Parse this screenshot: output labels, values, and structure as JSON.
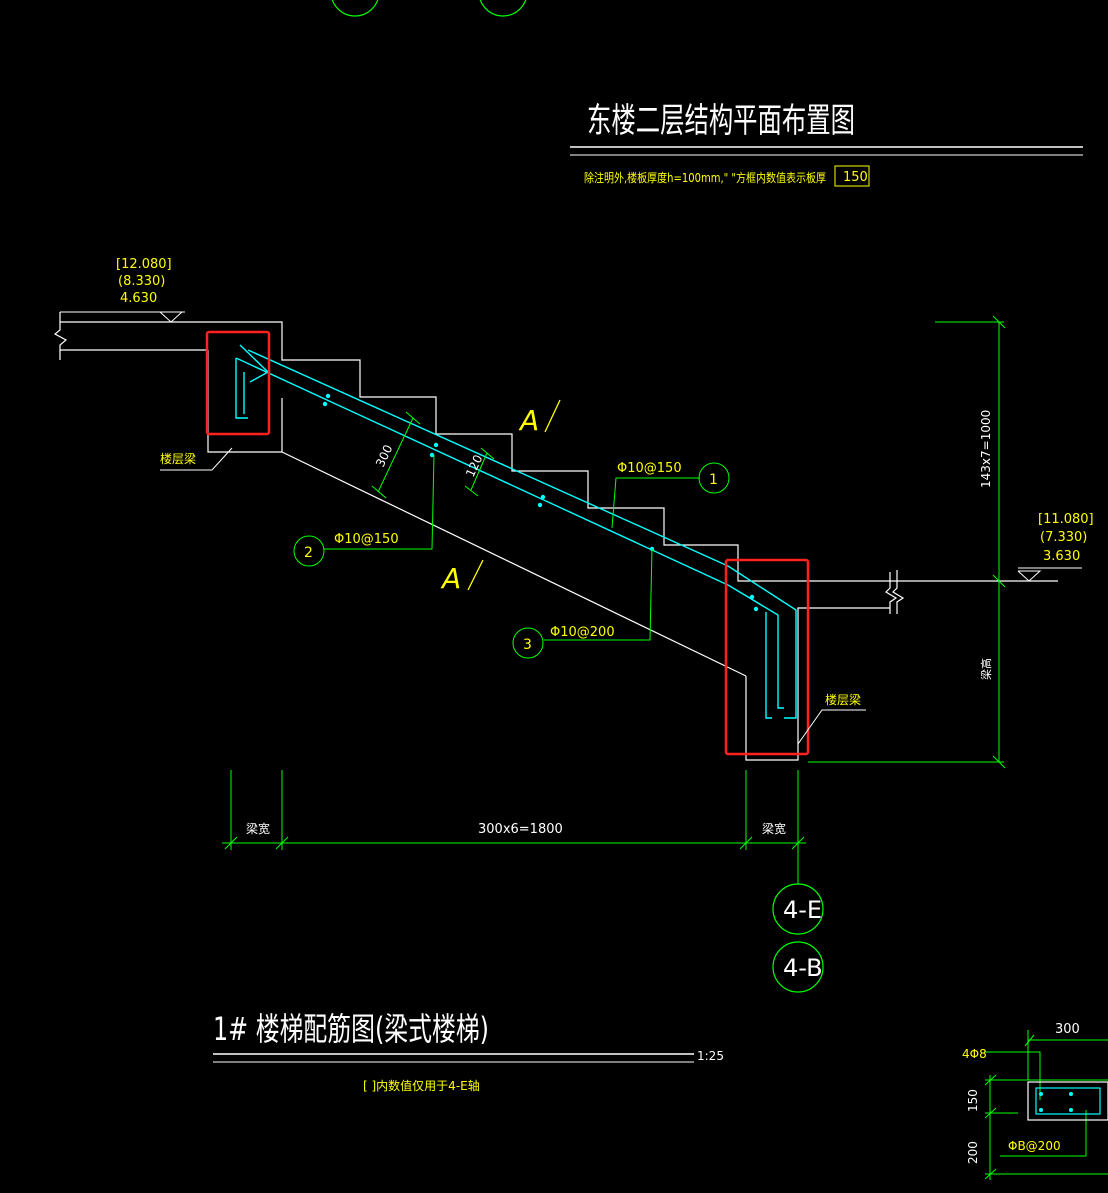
{
  "colors": {
    "background": "#000000",
    "outline": "#ffffff",
    "dimension": "#00ff00",
    "rebar": "#00ffff",
    "annotation": "#ffff00",
    "highlight": "#ff2020"
  },
  "plan_title": {
    "text": "东楼二层结构平面布置图",
    "note": "除注明外,楼板厚度h=100mm,\"   \"方框内数值表示板厚",
    "thickness_box": "150"
  },
  "top_elevation": {
    "line1": "[12.080]",
    "line2": "(8.330)",
    "line3": "4.630"
  },
  "right_elevation": {
    "line1": "[11.080]",
    "line2": "(7.330)",
    "line3": "3.630"
  },
  "beam_labels": {
    "left": "楼层梁",
    "right": "楼层梁"
  },
  "section_marks": {
    "upper": "A",
    "lower": "A"
  },
  "rebars": [
    {
      "id": "1",
      "spec": "Φ10@150"
    },
    {
      "id": "2",
      "spec": "Φ10@150"
    },
    {
      "id": "3",
      "spec": "Φ10@200"
    }
  ],
  "dimensions": {
    "slab_thickness": "300",
    "cover": "120",
    "height": "143x7=1000",
    "height_label": "梁高",
    "horizontal": "300x6=1800",
    "beam_width_left": "梁宽",
    "beam_width_right": "梁宽"
  },
  "axes": [
    "4-E",
    "4-B"
  ],
  "drawing_title": {
    "text": "1# 楼梯配筋图(梁式楼梯)",
    "scale": "1:25",
    "note": "[ ]内数值仅用于4-E轴"
  },
  "section_detail": {
    "width": "300",
    "top_bars": "4Φ8",
    "depth1": "150",
    "depth2": "200",
    "stirrup": "ΦB@200"
  }
}
